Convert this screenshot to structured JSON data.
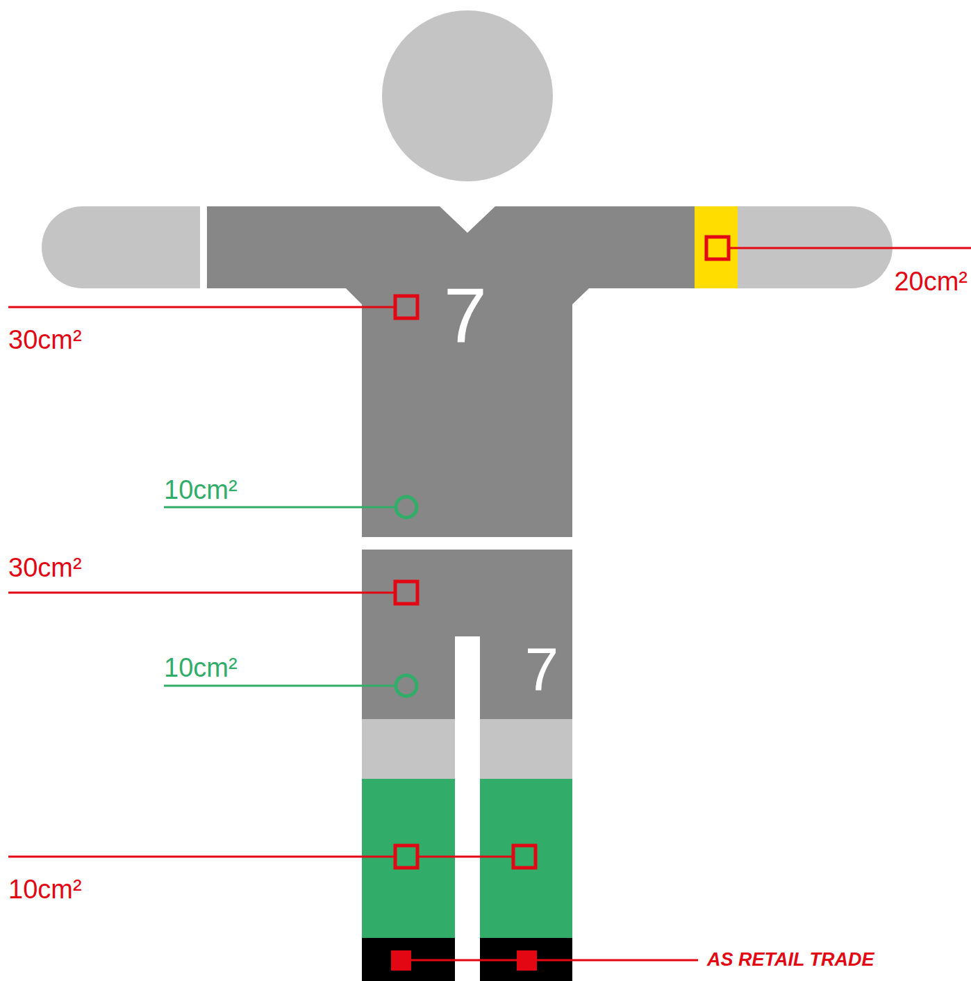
{
  "diagram": {
    "labels": [
      "20cm²",
      "7",
      "30cm²",
      "10cm²",
      "30cm²",
      "7",
      "10cm²",
      "10cm²",
      "AS RETAIL TRADE"
    ]
  }
}
